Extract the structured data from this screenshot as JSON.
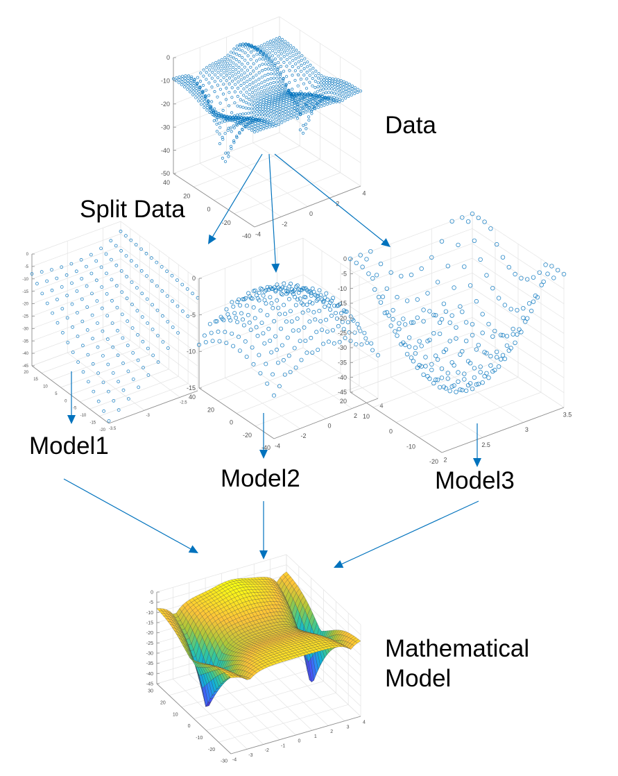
{
  "labels": {
    "data": "Data",
    "split_data": "Split Data",
    "model1": "Model1",
    "model2": "Model2",
    "model3": "Model3",
    "math_model_line1": "Mathematical",
    "math_model_line2": "Model"
  },
  "colors": {
    "marker": "#0072bd",
    "arrow": "#0072bd",
    "grid": "#e3e3e3",
    "axis": "#8c8c8c",
    "colormap": "parula"
  },
  "plots": {
    "data": {
      "type": "scatter3d",
      "xlim": [
        -4,
        4
      ],
      "ylim": [
        -40,
        40
      ],
      "zlim": [
        -50,
        0
      ],
      "xticks": [
        "-4",
        "-2",
        "0",
        "2",
        "4"
      ],
      "yticks": [
        "40",
        "20",
        "0",
        "-20",
        "-40"
      ],
      "zticks": [
        "0",
        "-10",
        "-20",
        "-30",
        "-40",
        "-50"
      ]
    },
    "model1": {
      "type": "scatter3d",
      "xlim": [
        -3.5,
        -2.25
      ],
      "ylim": [
        -20,
        20
      ],
      "zlim": [
        -45,
        0
      ],
      "xticks": [
        "-3.5",
        "-3",
        "-2.5"
      ],
      "yticks": [
        "20",
        "15",
        "10",
        "5",
        "0",
        "-5",
        "-10",
        "-15",
        "-20"
      ],
      "zticks": [
        "0",
        "-5",
        "-10",
        "-15",
        "-20",
        "-25",
        "-30",
        "-35",
        "-40",
        "-45"
      ]
    },
    "model2": {
      "type": "scatter3d",
      "xlim": [
        -4,
        4
      ],
      "ylim": [
        -40,
        40
      ],
      "zlim": [
        -15,
        0
      ],
      "xticks": [
        "-4",
        "-2",
        "0",
        "2",
        "4"
      ],
      "yticks": [
        "40",
        "20",
        "0",
        "-20",
        "-40"
      ],
      "zticks": [
        "0",
        "-5",
        "-10",
        "-15"
      ]
    },
    "model3": {
      "type": "scatter3d",
      "xlim": [
        2,
        3.5
      ],
      "ylim": [
        -20,
        20
      ],
      "zlim": [
        -45,
        0
      ],
      "xticks": [
        "2",
        "2.5",
        "3",
        "3.5"
      ],
      "yticks": [
        "20",
        "10",
        "0",
        "-10",
        "-20"
      ],
      "zticks": [
        "0",
        "-5",
        "-10",
        "-15",
        "-20",
        "-25",
        "-30",
        "-35",
        "-40",
        "-45"
      ]
    },
    "math_model": {
      "type": "surface3d",
      "xlim": [
        -4,
        4
      ],
      "ylim": [
        -30,
        30
      ],
      "zlim": [
        -45,
        0
      ],
      "xticks": [
        "-4",
        "-3",
        "-2",
        "-1",
        "0",
        "1",
        "2",
        "3",
        "4"
      ],
      "yticks": [
        "30",
        "20",
        "10",
        "0",
        "-10",
        "-20",
        "-30"
      ],
      "zticks": [
        "0",
        "-5",
        "-10",
        "-15",
        "-20",
        "-25",
        "-30",
        "-35",
        "-40",
        "-45"
      ]
    }
  }
}
